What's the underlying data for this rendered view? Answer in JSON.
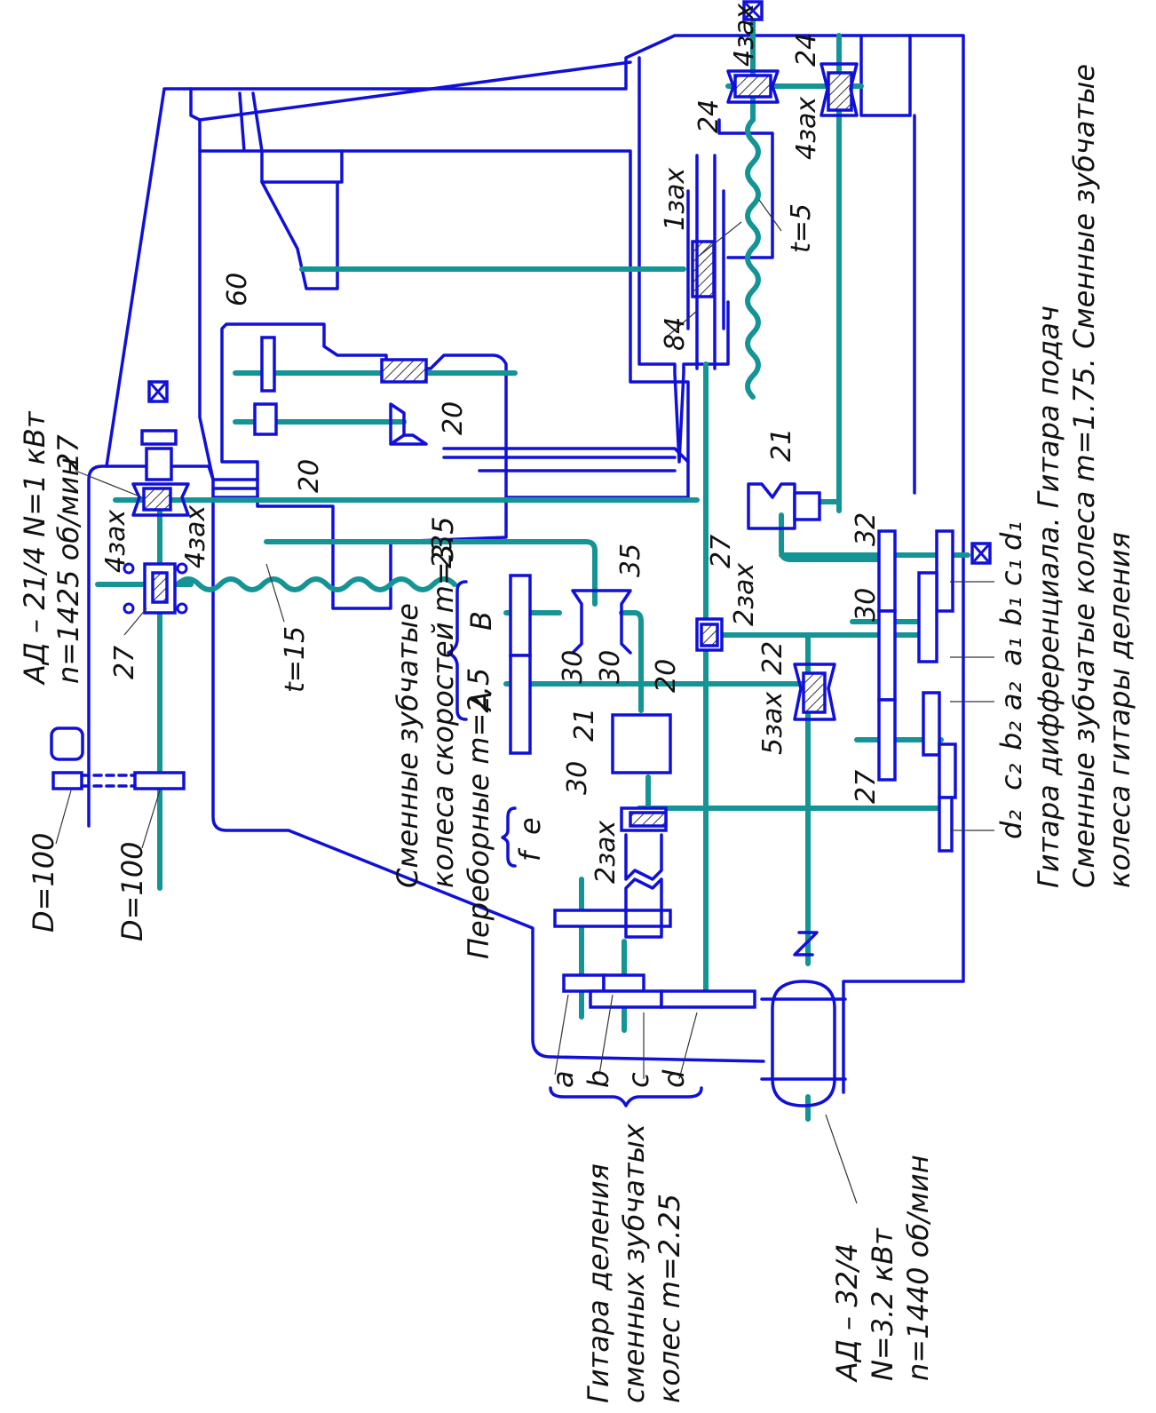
{
  "diagram": {
    "type": "kinematic-scheme",
    "orientation": "rotated-90-ccw",
    "colors": {
      "frame": "#1010d8",
      "shaft": "#149494",
      "leader": "#333333",
      "text": "#111111"
    },
    "motors": {
      "feed_motor": {
        "line1": "АД – 21/4  N=1 кВт",
        "line2": "n=1425 об/мин"
      },
      "main_motor": {
        "line1": "АД – 32/4",
        "line2": "N=3.2 кВт",
        "line3": "n=1440 об/мин"
      }
    },
    "pulleys": {
      "left": "D=100",
      "right": "D=100"
    },
    "screws": {
      "feed_screw": "t=15",
      "vertical_screw": "t=5"
    },
    "gear_labels": {
      "worm_top_a": "27",
      "worm_top_b": "4зах",
      "worm_top_c": "4зах",
      "worm_lower": "27",
      "cluster_60": "60",
      "cluster_20a": "20",
      "bevel_20": "20",
      "bevel_23": "23",
      "bevel_35": "35",
      "bevel_30a": "30",
      "bevel_30b": "30",
      "worm_20": "20",
      "worm_2zax": "2зах",
      "worm_22": "22",
      "worm_5zax": "5зах",
      "diff_21": "21",
      "diff_27": "27",
      "diff_gears_21": "21",
      "hob_30": "30",
      "hob_2zax": "2зах",
      "table_84": "84",
      "table_1zax": "1зах",
      "top_24a": "24",
      "top_4zax_a": "4зах",
      "top_24b": "24",
      "top_4zax_b": "4зах",
      "guitar_32": "32",
      "guitar_30": "30",
      "guitar_27": "27"
    },
    "change_gears": {
      "speed": {
        "A": "A",
        "B": "B"
      },
      "reversing": {
        "e": "e",
        "f": "f"
      },
      "division": [
        "a",
        "b",
        "c",
        "d"
      ],
      "feed_diff": [
        "d₂",
        "c₂",
        "b₂",
        "a₂",
        "a₁",
        "b₁",
        "c₁",
        "d₁"
      ]
    },
    "captions": {
      "speed_title_1": "Сменные зубчатые",
      "speed_title_2": "колеса скоростей m=3.5",
      "reversing_title": "Переборные m=2,5",
      "division_title_1": "Гитара деления",
      "division_title_2": "сменных зубчатых",
      "division_title_3": "колес m=2.25",
      "feed_title_1": "Гитара дифференциала. Гитара подач",
      "feed_title_2": "Сменные зубчатые колеса m=1.75. Сменные зубчатые",
      "feed_title_3": "колеса гитары деления"
    }
  }
}
